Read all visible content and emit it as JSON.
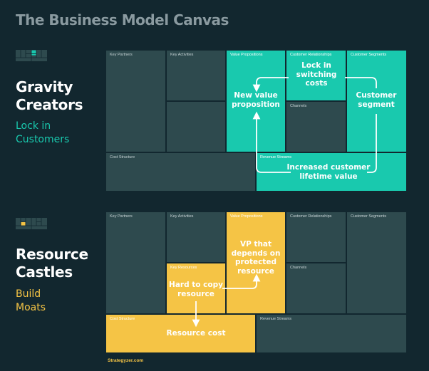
{
  "title": "The Business Model Canvas",
  "block_labels": {
    "key_partners": "Key Partners",
    "key_activities": "Key Activities",
    "key_resources": "Key Resources",
    "value_propositions": "Value Propositions",
    "customer_relationships": "Customer Relationships",
    "channels": "Channels",
    "customer_segments": "Customer Segments",
    "cost_structure": "Cost Structure",
    "revenue_streams": "Revenue Streams"
  },
  "gravity": {
    "title_line1": "Gravity",
    "title_line2": "Creators",
    "subtitle_line1": "Lock in",
    "subtitle_line2": "Customers",
    "accent_color": "#19c9ae",
    "vp_line1": "New value",
    "vp_line2": "proposition",
    "cr_line1": "Lock in",
    "cr_line2": "switching",
    "cr_line3": "costs",
    "cs_line1": "Customer",
    "cs_line2": "segment",
    "rs_line1": "Increased customer",
    "rs_line2": "lifetime value"
  },
  "castles": {
    "title_line1": "Resource",
    "title_line2": "Castles",
    "subtitle_line1": "Build",
    "subtitle_line2": "Moats",
    "accent_color": "#f5c445",
    "vp_line1": "VP that",
    "vp_line2": "depends on",
    "vp_line3": "protected",
    "vp_line4": "resource",
    "kr_line1": "Hard to copy",
    "kr_line2": "resource",
    "cost_line1": "Resource cost"
  },
  "footer": "Strategyzer.com"
}
